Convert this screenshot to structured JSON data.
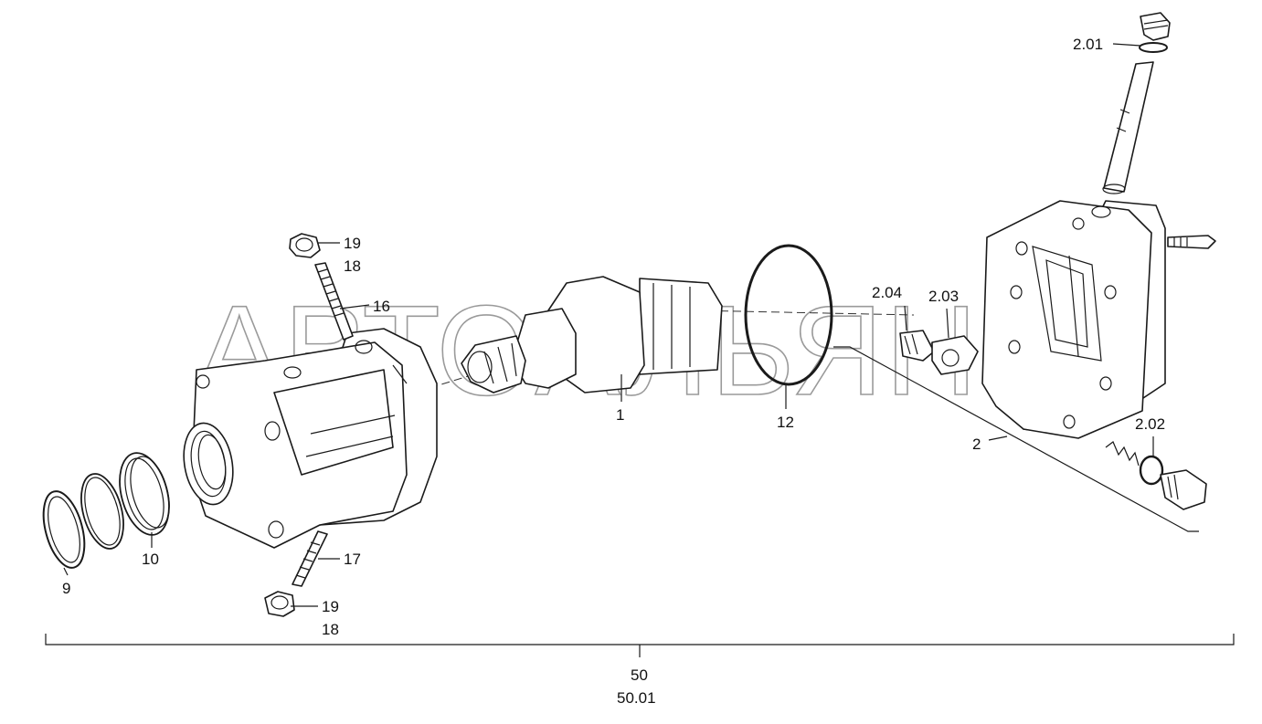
{
  "watermark": "АВТОАЛЬЯНС",
  "callouts": [
    {
      "id": "c-2-01",
      "text": "2.01"
    },
    {
      "id": "c-19-top",
      "text": "19"
    },
    {
      "id": "c-18-top",
      "text": "18"
    },
    {
      "id": "c-16",
      "text": "16"
    },
    {
      "id": "c-2-04",
      "text": "2.04"
    },
    {
      "id": "c-2-03",
      "text": "2.03"
    },
    {
      "id": "c-1",
      "text": "1"
    },
    {
      "id": "c-12",
      "text": "12"
    },
    {
      "id": "c-2",
      "text": "2"
    },
    {
      "id": "c-2-02",
      "text": "2.02"
    },
    {
      "id": "c-9",
      "text": "9"
    },
    {
      "id": "c-10",
      "text": "10"
    },
    {
      "id": "c-17",
      "text": "17"
    },
    {
      "id": "c-19-bot",
      "text": "19"
    },
    {
      "id": "c-18-bot",
      "text": "18"
    },
    {
      "id": "c-50",
      "text": "50"
    },
    {
      "id": "c-50-01",
      "text": "50.01"
    }
  ]
}
